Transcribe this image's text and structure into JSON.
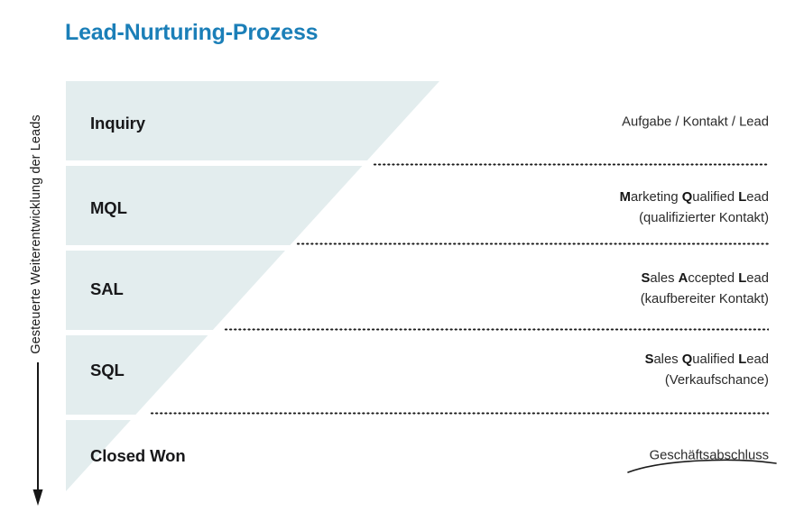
{
  "title": "Lead-Nurturing-Prozess",
  "axis": {
    "label": "Gesteuerte Weiterentwicklung der Leads",
    "arrow_direction": "down"
  },
  "colors": {
    "title_blue": "#1b7fb8",
    "funnel_fill": "#e3edee",
    "text_dark": "#1a1a1a",
    "dotted_line": "#1d1d1d",
    "background": "#ffffff"
  },
  "funnel": {
    "shape": "triangle",
    "stages": [
      {
        "name": "Inquiry",
        "desc_line1_bold_parts": [],
        "desc_line1": "Aufgabe / Kontakt / Lead",
        "desc_line2": ""
      },
      {
        "name": "MQL",
        "desc_line1": "Marketing Qualified Lead",
        "desc_line2": "(qualifizierter Kontakt)",
        "initials": [
          "M",
          "Q",
          "L"
        ]
      },
      {
        "name": "SAL",
        "desc_line1": "Sales Accepted Lead",
        "desc_line2": "(kaufbereiter Kontakt)",
        "initials": [
          "S",
          "A",
          "L"
        ]
      },
      {
        "name": "SQL",
        "desc_line1": "Sales Qualified Lead",
        "desc_line2": "(Verkaufschance)",
        "initials": [
          "S",
          "Q",
          "L"
        ]
      },
      {
        "name": "Closed Won",
        "desc_line1": "Geschäftsabschluss",
        "desc_line2": ""
      }
    ]
  },
  "stage_text": {
    "inquiry": "Inquiry",
    "mql": "MQL",
    "sal": "SAL",
    "sql": "SQL",
    "closed_won": "Closed Won"
  },
  "desc_text": {
    "inquiry": "Aufgabe / Kontakt / Lead",
    "mql_l1_a": "M",
    "mql_l1_b": "arketing ",
    "mql_l1_c": "Q",
    "mql_l1_d": "ualified ",
    "mql_l1_e": "L",
    "mql_l1_f": "ead",
    "mql_l2": "(qualifizierter Kontakt)",
    "sal_l1_a": "S",
    "sal_l1_b": "ales ",
    "sal_l1_c": "A",
    "sal_l1_d": "ccepted ",
    "sal_l1_e": "L",
    "sal_l1_f": "ead",
    "sal_l2": "(kaufbereiter Kontakt)",
    "sql_l1_a": "S",
    "sql_l1_b": "ales ",
    "sql_l1_c": "Q",
    "sql_l1_d": "ualified ",
    "sql_l1_e": "L",
    "sql_l1_f": "ead",
    "sql_l2": "(Verkaufschance)",
    "closed_won": "Geschäftsabschluss"
  }
}
